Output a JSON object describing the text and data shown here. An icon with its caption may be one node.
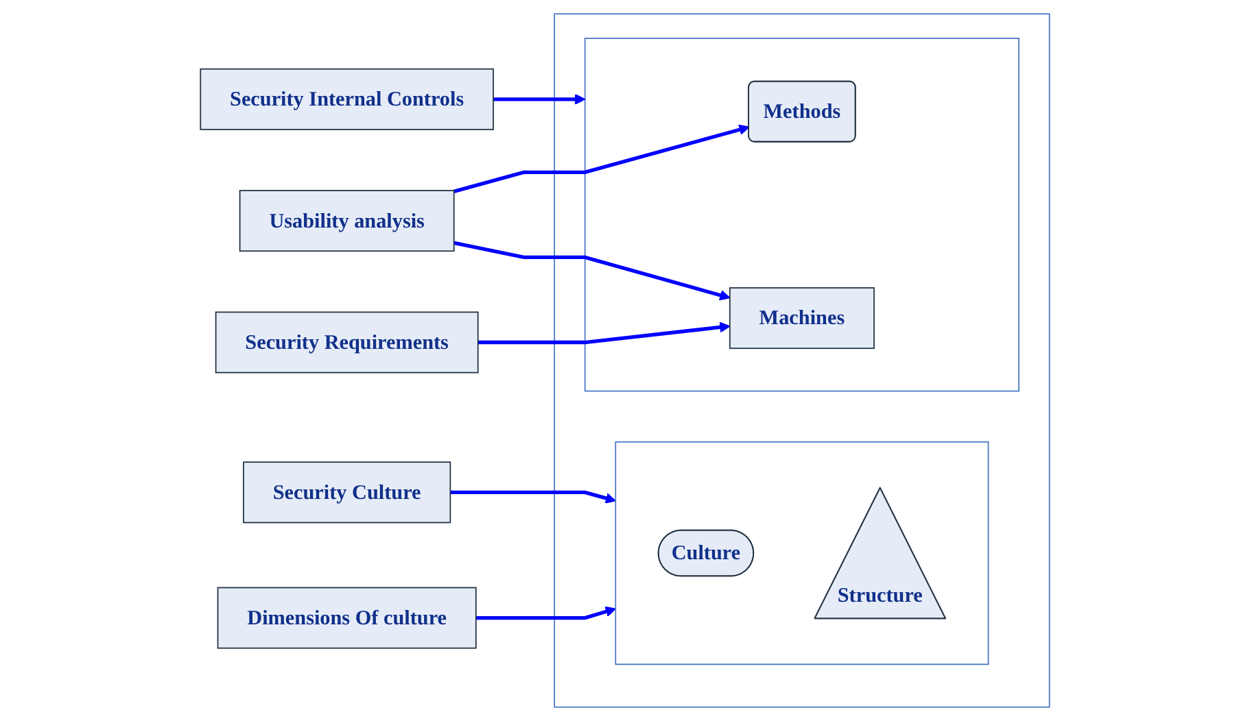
{
  "diagram": {
    "nodes": [
      {
        "text": [
          "Security Culture"
        ]
      },
      {
        "text": [
          "Security Internal Controls"
        ]
      },
      {
        "text": [],
        "shape": "box"
      },
      {
        "text": [],
        "shape": "box",
        "in": 2
      },
      {
        "text": [
          "Culture"
        ],
        "in": 3
      },
      {
        "text": [
          "Structure"
        ],
        "in": 3
      },
      {
        "text": [],
        "shape": "box",
        "in": 2
      },
      {
        "text": [
          "Methods"
        ],
        "in": 6
      },
      {
        "text": [
          "Machines"
        ],
        "in": 6
      },
      {
        "text": [
          "Dimensions Of culture"
        ]
      },
      {
        "text": [
          "Usability analysis"
        ]
      },
      {
        "text": [
          "Security Requirements"
        ]
      }
    ],
    "edges": [
      {
        "from": 0,
        "to": 3,
        "arrow": "to"
      },
      {
        "from": 1,
        "to": 6,
        "arrow": "to"
      },
      {
        "from": 9,
        "to": 3,
        "arrow": "to"
      },
      {
        "from": 10,
        "to": 7,
        "arrow": "to"
      },
      {
        "from": 10,
        "to": 8,
        "arrow": "to"
      },
      {
        "from": 11,
        "to": 8,
        "arrow": "to"
      }
    ]
  }
}
